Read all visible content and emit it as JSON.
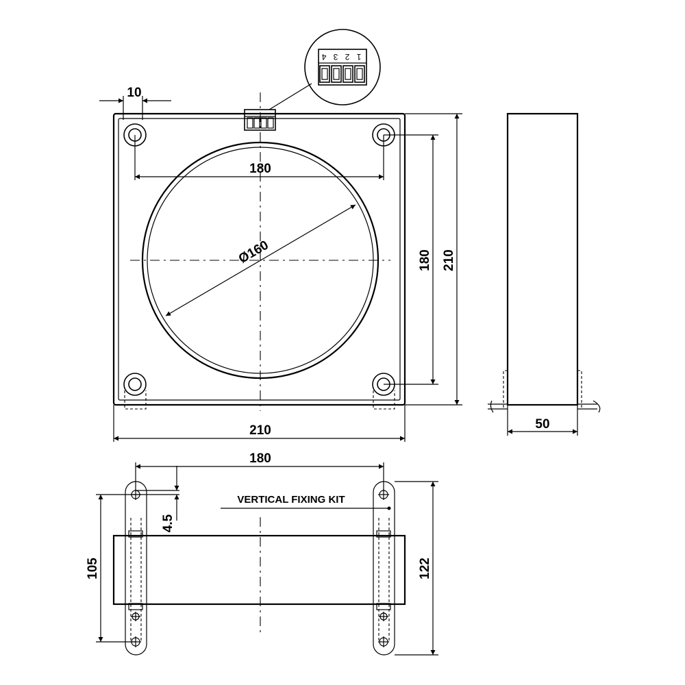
{
  "front_view": {
    "dim_top_offset": "10",
    "dim_hole_spacing_horizontal": "180",
    "dim_aperture_diameter": "Ø160",
    "dim_hole_spacing_vertical": "180",
    "dim_height": "210",
    "dim_width": "210"
  },
  "connector_detail": {
    "pin_labels": [
      "4",
      "3",
      "2",
      "1"
    ]
  },
  "side_view": {
    "dim_depth": "50"
  },
  "bottom_view": {
    "dim_hole_spacing": "180",
    "dim_slot_width": "4.5",
    "dim_body_height": "105",
    "dim_overall_height": "122",
    "fixing_kit_label": "VERTICAL FIXING KIT"
  }
}
